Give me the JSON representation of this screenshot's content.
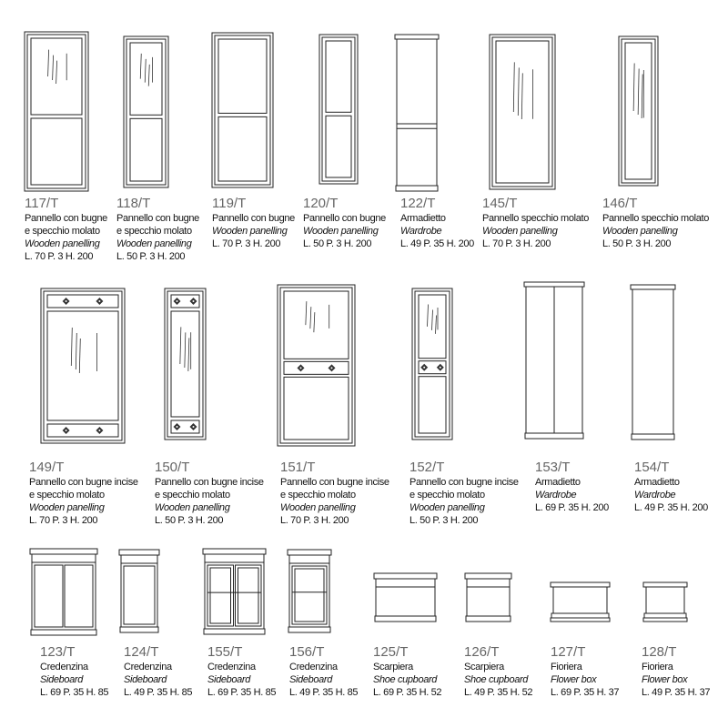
{
  "products": [
    {
      "code": "117/T",
      "name_it": [
        "Pannello con bugne",
        "e specchio molato"
      ],
      "name_en": "Wooden panelling",
      "dims": "L. 70  P. 3  H. 200",
      "drawing": "panel-mirror-top"
    },
    {
      "code": "118/T",
      "name_it": [
        "Pannello con bugne",
        "e specchio molato"
      ],
      "name_en": "Wooden panelling",
      "dims": "L. 50  P. 3  H. 200",
      "drawing": "panel-mirror-top"
    },
    {
      "code": "119/T",
      "name_it": [
        "Pannello con bugne"
      ],
      "name_en": "Wooden panelling",
      "dims": "L. 70  P. 3  H. 200",
      "drawing": "panel-plain-top"
    },
    {
      "code": "120/T",
      "name_it": [
        "Pannello con bugne"
      ],
      "name_en": "Wooden panelling",
      "dims": "L. 50  P. 3  H. 200",
      "drawing": "panel-plain-top"
    },
    {
      "code": "122/T",
      "name_it": [
        "Armadietto"
      ],
      "name_en": "Wardrobe",
      "dims": "L. 49  P. 35  H. 200",
      "drawing": "wardrobe-single"
    },
    {
      "code": "145/T",
      "name_it": [
        "Pannello specchio molato"
      ],
      "name_en": "Wooden panelling",
      "dims": "L. 70  P. 3  H. 200",
      "drawing": "panel-mirror-full"
    },
    {
      "code": "146/T",
      "name_it": [
        "Pannello specchio molato"
      ],
      "name_en": "Wooden panelling",
      "dims": "L. 50  P. 3  H. 200",
      "drawing": "panel-mirror-full"
    },
    {
      "code": "149/T",
      "name_it": [
        "Pannello con bugne incise",
        "e specchio molato"
      ],
      "name_en": "Wooden panelling",
      "dims": "L. 70  P. 3  H. 200",
      "drawing": "panel-carved-both"
    },
    {
      "code": "150/T",
      "name_it": [
        "Pannello con bugne incise",
        "e specchio molato"
      ],
      "name_en": "Wooden panelling",
      "dims": "L. 50  P. 3  H. 200",
      "drawing": "panel-carved-both"
    },
    {
      "code": "151/T",
      "name_it": [
        "Pannello con bugne incise",
        "e specchio molato"
      ],
      "name_en": "Wooden panelling",
      "dims": "L. 70  P. 3  H. 200",
      "drawing": "panel-carved-mid"
    },
    {
      "code": "152/T",
      "name_it": [
        "Pannello con bugne incise",
        "e specchio molato"
      ],
      "name_en": "Wooden panelling",
      "dims": "L. 50  P. 3  H. 200",
      "drawing": "panel-carved-mid"
    },
    {
      "code": "153/T",
      "name_it": [
        "Armadietto"
      ],
      "name_en": "Wardrobe",
      "dims": "L. 69  P. 35  H. 200",
      "drawing": "wardrobe-double"
    },
    {
      "code": "154/T",
      "name_it": [
        "Armadietto"
      ],
      "name_en": "Wardrobe",
      "dims": "L. 49  P. 35  H. 200",
      "drawing": "wardrobe-plain"
    },
    {
      "code": "123/T",
      "name_it": [
        "Credenzina"
      ],
      "name_en": "Sideboard",
      "dims": "L. 69  P. 35  H. 85",
      "drawing": "sideboard-double"
    },
    {
      "code": "124/T",
      "name_it": [
        "Credenzina"
      ],
      "name_en": "Sideboard",
      "dims": "L. 49  P. 35  H. 85",
      "drawing": "sideboard-single"
    },
    {
      "code": "155/T",
      "name_it": [
        "Credenzina"
      ],
      "name_en": "Sideboard",
      "dims": "L. 69  P. 35  H. 85",
      "drawing": "sideboard-glass-double"
    },
    {
      "code": "156/T",
      "name_it": [
        "Credenzina"
      ],
      "name_en": "Sideboard",
      "dims": "L. 49  P. 35  H. 85",
      "drawing": "sideboard-glass-single"
    },
    {
      "code": "125/T",
      "name_it": [
        "Scarpiera"
      ],
      "name_en": "Shoe cupboard",
      "dims": "L. 69  P. 35  H. 52",
      "drawing": "shoe-box"
    },
    {
      "code": "126/T",
      "name_it": [
        "Scarpiera"
      ],
      "name_en": "Shoe cupboard",
      "dims": "L. 49  P. 35  H. 52",
      "drawing": "shoe-box"
    },
    {
      "code": "127/T",
      "name_it": [
        "Fioriera"
      ],
      "name_en": "Flower box",
      "dims": "L. 69  P. 35  H. 37",
      "drawing": "flower-box"
    },
    {
      "code": "128/T",
      "name_it": [
        "Fioriera"
      ],
      "name_en": "Flower box",
      "dims": "L. 49  P. 35  H. 37",
      "drawing": "flower-box"
    }
  ]
}
